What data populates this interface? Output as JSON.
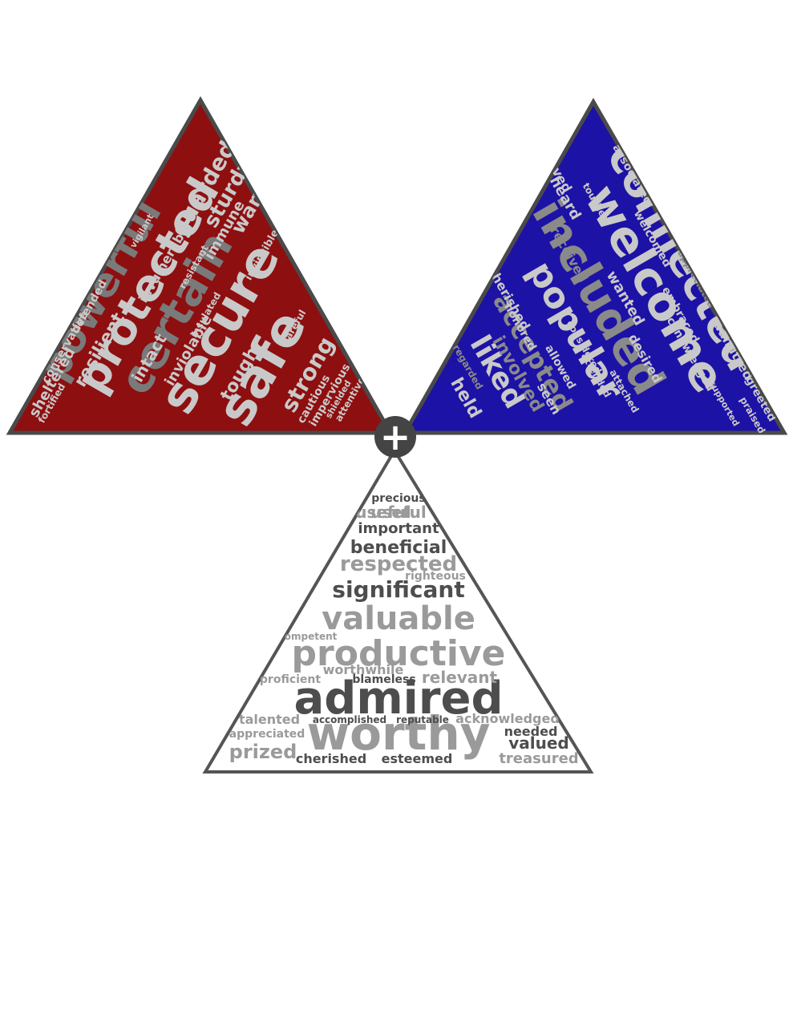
{
  "colors": {
    "safety_fill": "#8e0f10",
    "safety_border": "#4a4a4a",
    "safety_text_light": "#c9c9c9",
    "safety_text_dark": "#7a7a7a",
    "belonging_fill": "#1d12a6",
    "belonging_border": "#4a4a4a",
    "belonging_text_light": "#c9c9c9",
    "belonging_text_dark": "#8a8a8a",
    "worth_fill": "#ffffff",
    "worth_border": "#555555",
    "worth_text_dark": "#4d4d4d",
    "worth_text_light": "#9a9a9a",
    "plus_bg": "#444444",
    "plus_fg": "#ffffff"
  },
  "plus_symbol": "+",
  "triangles": {
    "safety": {
      "icon": "red-triangle-word-cloud",
      "words": [
        "safe",
        "secure",
        "certain",
        "protected",
        "powerful",
        "strong",
        "tough",
        "sheltered",
        "guarded",
        "sturdy",
        "wary",
        "immune",
        "intact",
        "inviolable",
        "resilient",
        "invulnerable",
        "defended",
        "conservative",
        "fortified",
        "cautious",
        "impervious",
        "careful",
        "attentive",
        "shielded",
        "invincible",
        "resistant",
        "vigilant",
        "insulated"
      ]
    },
    "belonging": {
      "icon": "blue-triangle-word-cloud",
      "words": [
        "welcome",
        "included",
        "connected",
        "popular",
        "liked",
        "accepted",
        "involved",
        "held",
        "heard",
        "loved",
        "wanted",
        "desired",
        "admitted",
        "greeted",
        "received",
        "cherished",
        "honored",
        "allowed",
        "seen",
        "embraced",
        "acknowledged",
        "associated",
        "welcomed",
        "recognized",
        "touched",
        "attended",
        "considered",
        "attached",
        "praised",
        "appreciated",
        "regarded",
        "supported"
      ]
    },
    "worth": {
      "icon": "white-triangle-word-cloud",
      "words": [
        "worthy",
        "admired",
        "productive",
        "valuable",
        "significant",
        "respected",
        "beneficial",
        "important",
        "useful",
        "precious",
        "valued",
        "prized",
        "treasured",
        "needed",
        "cherished",
        "esteemed",
        "talented",
        "appreciated",
        "accomplished",
        "reputable",
        "acknowledged",
        "relevant",
        "blameless",
        "proficient",
        "worthwhile",
        "competent",
        "righteous",
        "useful"
      ]
    }
  }
}
